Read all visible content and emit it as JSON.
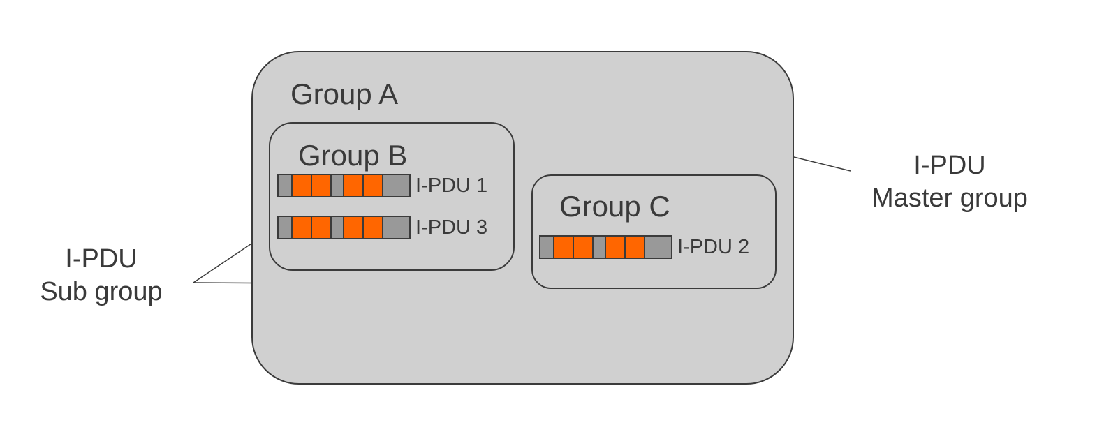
{
  "groups": {
    "a": {
      "title": "Group A"
    },
    "b": {
      "title": "Group B"
    },
    "c": {
      "title": "Group C"
    }
  },
  "pdus": [
    {
      "id": "pdu1",
      "label": "I-PDU 1",
      "group": "b"
    },
    {
      "id": "pdu3",
      "label": "I-PDU 3",
      "group": "b"
    },
    {
      "id": "pdu2",
      "label": "I-PDU 2",
      "group": "c"
    }
  ],
  "callouts": {
    "master": {
      "line1": "I-PDU",
      "line2": "Master group"
    },
    "sub": {
      "line1": "I-PDU",
      "line2": "Sub group"
    }
  },
  "colors": {
    "group_fill": "#d0d0d0",
    "outline": "#3b3b3b",
    "signal_active": "#ff6600",
    "signal_unused": "#999999"
  },
  "pdu_layout_pattern": [
    "unused",
    "active",
    "active",
    "unused",
    "active",
    "active",
    "unused"
  ]
}
